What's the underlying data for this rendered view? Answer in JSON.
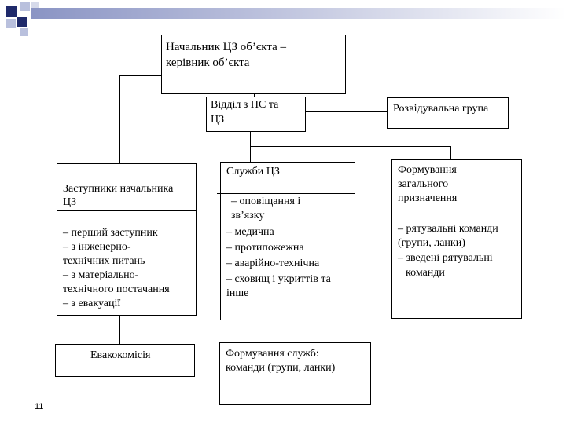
{
  "slide": {
    "page_number": "11",
    "colors": {
      "accent_dark": "#1f2a6b",
      "accent_light": "#b9c0dd"
    }
  },
  "diagram": {
    "head": {
      "line1": "Начальник ЦЗ об’єкта –",
      "line2": "керівник об’єкта"
    },
    "department": {
      "line1": "Відділ з НС та",
      "line2": "ЦЗ"
    },
    "recon": {
      "label": "Розвідувальна група"
    },
    "deputies": {
      "title1": "Заступники начальника",
      "title2": "ЦЗ",
      "items": [
        "– перший заступник",
        "– з інженерно-",
        "технічних питань",
        "– з матеріально-",
        "технічного постачання",
        "– з евакуації"
      ]
    },
    "services": {
      "title": "Служби ЦЗ",
      "items": [
        "– оповіщання і",
        "зв’язку",
        "– медична",
        "– протипожежна",
        "– аварійно-технічна",
        "– сховищ і укриттів та",
        "інше"
      ]
    },
    "general": {
      "title1": "Формування",
      "title2": "загального",
      "title3": "призначення",
      "items": [
        "– рятувальні команди",
        "(групи, ланки)",
        "– зведені рятувальні",
        "команди"
      ]
    },
    "evac": {
      "label": "Евакокомісія"
    },
    "service_formations": {
      "line1": "Формування служб:",
      "line2": "команди (групи, ланки)"
    }
  }
}
